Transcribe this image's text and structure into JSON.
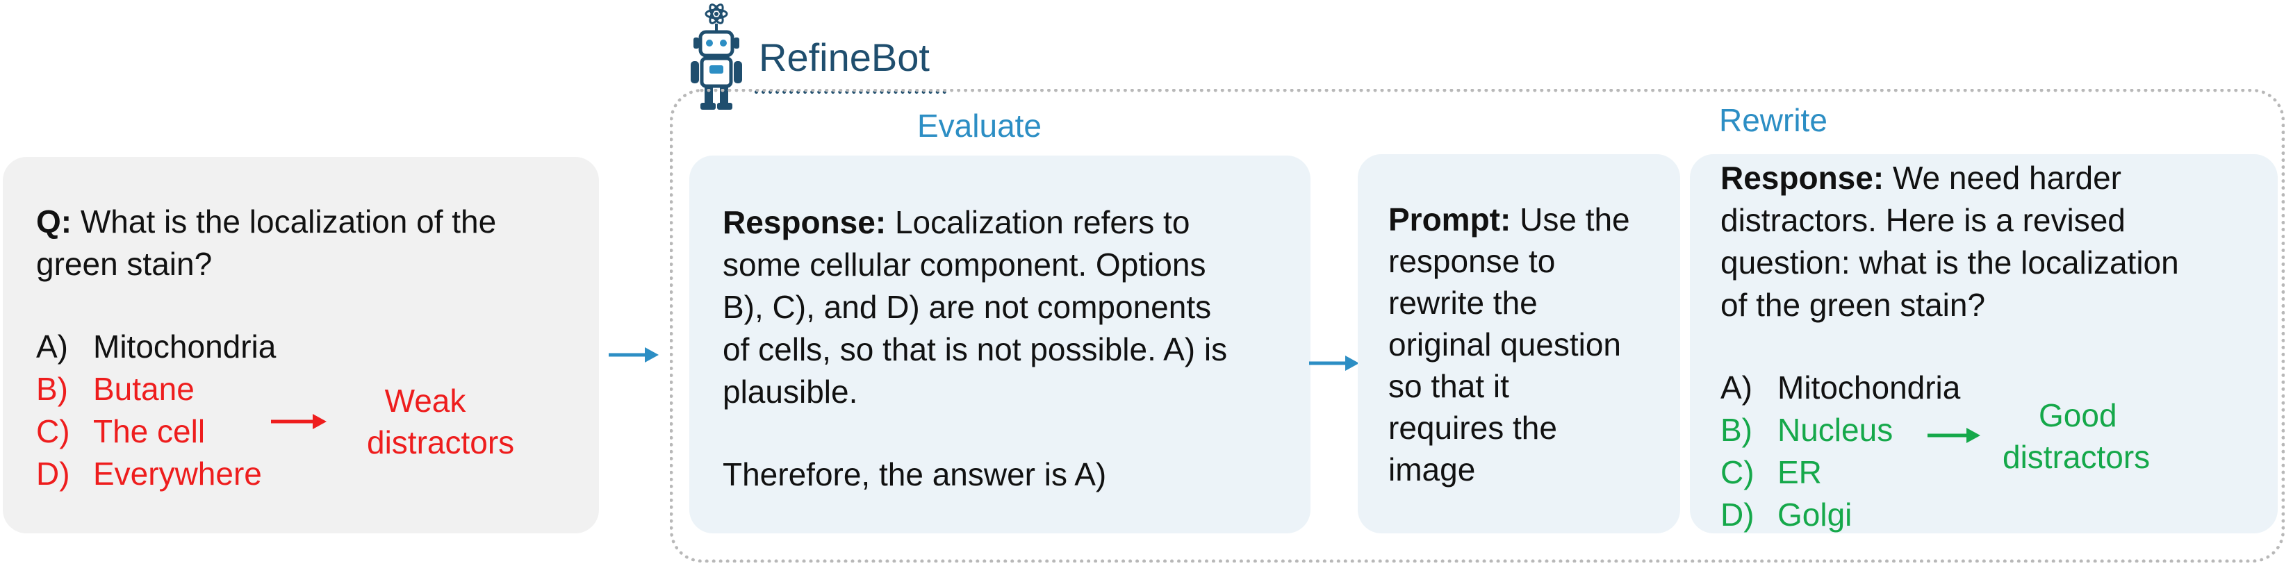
{
  "brand": {
    "name": "RefineBot",
    "icon": "robot-icon",
    "underline_color": "#1f4e6e"
  },
  "question": {
    "q_label": "Q:",
    "q_text_lines": [
      "What is the localization of the",
      "green stain?"
    ],
    "options": [
      {
        "letter": "A)",
        "text": "Mitochondria",
        "color": "#111111"
      },
      {
        "letter": "B)",
        "text": "Butane",
        "color": "#ee1d1d"
      },
      {
        "letter": "C)",
        "text": "The cell",
        "color": "#ee1d1d"
      },
      {
        "letter": "D)",
        "text": "Everywhere",
        "color": "#ee1d1d"
      }
    ],
    "annotation_lines": [
      "Weak",
      "distractors"
    ]
  },
  "evaluate": {
    "label": "Evaluate",
    "response_label": "Response:",
    "lines": [
      " Localization refers to",
      "some cellular component. Options",
      "B), C), and D) are not components",
      "of cells, so that is not possible. A) is",
      "plausible."
    ],
    "conclusion": "Therefore, the answer is A)"
  },
  "prompt": {
    "label": "Prompt:",
    "lines": [
      " Use the",
      "response to",
      "rewrite the",
      "original question",
      "so that it",
      "requires the",
      "image"
    ]
  },
  "rewrite": {
    "label": "Rewrite",
    "response_label": "Response:",
    "lines": [
      " We need harder",
      "distractors. Here is a revised",
      "question: what is the localization",
      "of the green stain?"
    ],
    "options": [
      {
        "letter": "A)",
        "text": "Mitochondria",
        "color": "#111111"
      },
      {
        "letter": "B)",
        "text": "Nucleus",
        "color": "#15a84a"
      },
      {
        "letter": "C)",
        "text": "ER",
        "color": "#15a84a"
      },
      {
        "letter": "D)",
        "text": "Golgi",
        "color": "#15a84a"
      }
    ],
    "annotation_lines": [
      "Good",
      "distractors"
    ]
  },
  "colors": {
    "flow_arrow": "#2c8ec4",
    "weak": "#ee1d1d",
    "good": "#15a84a"
  }
}
